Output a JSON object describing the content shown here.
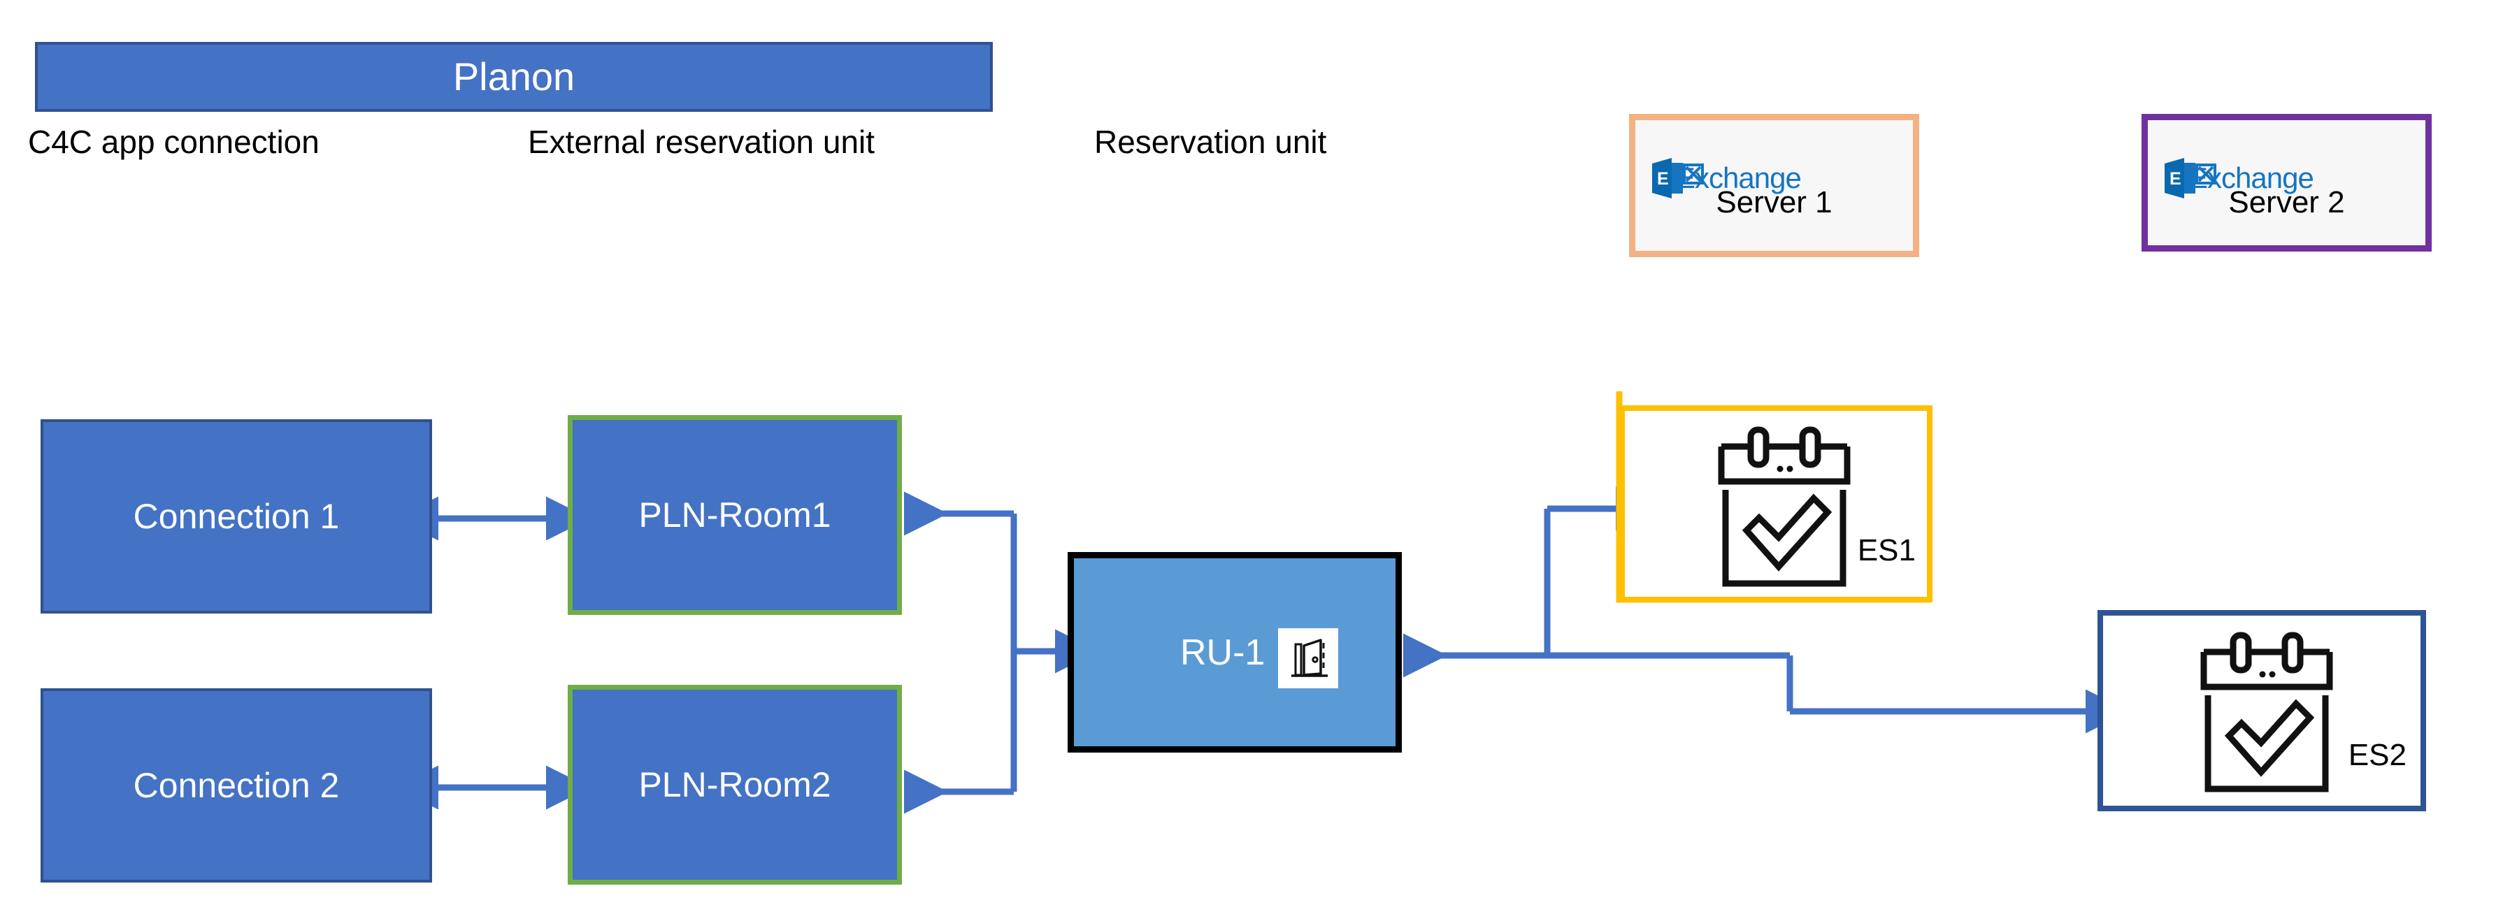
{
  "header": {
    "planon_bar_label": "Planon",
    "column_labels": [
      {
        "text": "C4C app connection"
      },
      {
        "text": "External reservation unit"
      },
      {
        "text": "Reservation unit"
      }
    ],
    "exchange_servers": [
      {
        "brand": "Exchange",
        "name": "Server 1",
        "border_color": "#F4B183",
        "logo_icon": "microsoft-exchange-logo-icon"
      },
      {
        "brand": "Exchange",
        "name": "Server 2",
        "border_color": "#7030A0",
        "logo_icon": "microsoft-exchange-logo-icon"
      }
    ]
  },
  "diagram": {
    "connections": [
      {
        "label": "Connection 1"
      },
      {
        "label": "Connection 2"
      }
    ],
    "rooms": [
      {
        "label": "PLN-Room1",
        "border_color": "#70AD47"
      },
      {
        "label": "PLN-Room2",
        "border_color": "#70AD47"
      }
    ],
    "reservation_unit": {
      "label": "RU-1",
      "fill_color": "#5B9BD5",
      "border_color": "#000000",
      "icon": "door-icon"
    },
    "exchange_instances": [
      {
        "label": "ES1",
        "border_color": "#FFC000",
        "icon": "calendar-check-icon"
      },
      {
        "label": "ES2",
        "border_color": "#2E5496",
        "icon": "calendar-check-icon"
      }
    ],
    "connector_color": "#4472C4",
    "highlight_connector_color": "#FFC000"
  },
  "colors": {
    "node_blue": "#4472C4",
    "node_blue_border": "#2F528F",
    "room_green": "#70AD47",
    "ru_blue": "#5B9BD5",
    "amber": "#FFC000",
    "navy": "#2E5496",
    "peach": "#F4B183",
    "purple": "#7030A0",
    "exchange_logo_blue": "#1675C0"
  }
}
